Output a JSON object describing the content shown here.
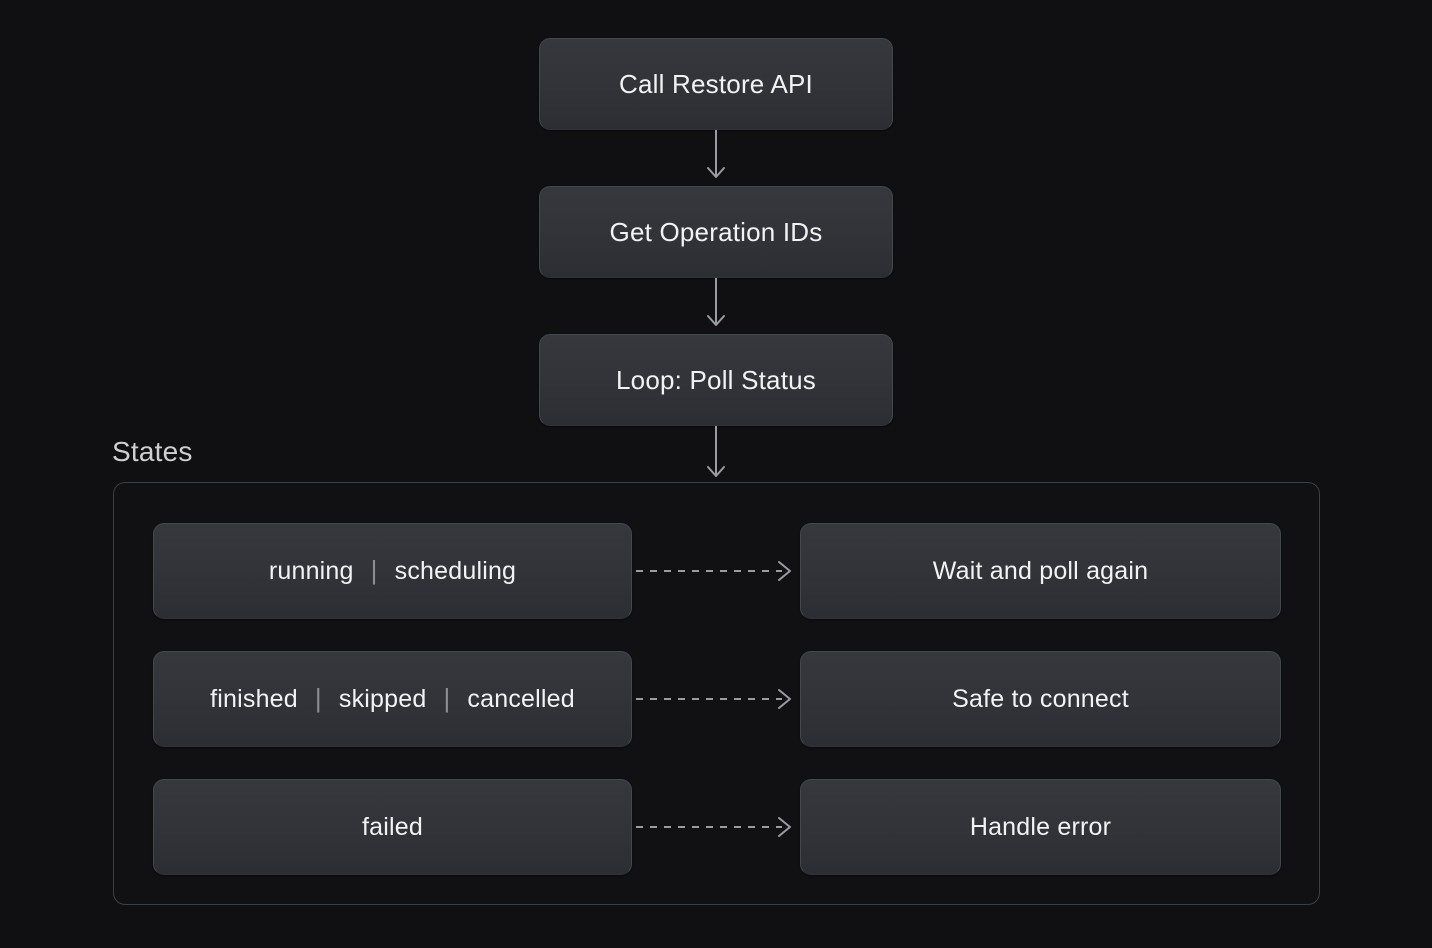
{
  "diagram": {
    "background_color": "#101012",
    "node_fill_top": "#36383e",
    "node_fill_bottom": "#2c2e33",
    "node_border_color": "#44474e",
    "text_color": "#f2f2f4",
    "connector_color": "#9a9ca1",
    "group_border_color": "#3c3f45"
  },
  "flow": {
    "nodes": [
      {
        "id": "call-restore-api",
        "label": "Call Restore API"
      },
      {
        "id": "get-operation-ids",
        "label": "Get Operation IDs"
      },
      {
        "id": "loop-poll-status",
        "label": "Loop: Poll Status"
      }
    ],
    "connectors": [
      {
        "from": "call-restore-api",
        "to": "get-operation-ids",
        "style": "solid",
        "direction": "down"
      },
      {
        "from": "get-operation-ids",
        "to": "loop-poll-status",
        "style": "solid",
        "direction": "down"
      },
      {
        "from": "loop-poll-status",
        "to": "states-group",
        "style": "solid",
        "direction": "down"
      }
    ]
  },
  "states_group": {
    "title": "States",
    "rows": [
      {
        "id": "row-wait",
        "state_tokens": [
          "running",
          "scheduling"
        ],
        "separator": "|",
        "connector_style": "dashed",
        "action_label": "Wait and poll again"
      },
      {
        "id": "row-safe",
        "state_tokens": [
          "finished",
          "skipped",
          "cancelled"
        ],
        "separator": "|",
        "connector_style": "dashed",
        "action_label": "Safe to connect"
      },
      {
        "id": "row-error",
        "state_tokens": [
          "failed"
        ],
        "separator": "|",
        "connector_style": "dashed",
        "action_label": "Handle error"
      }
    ]
  }
}
